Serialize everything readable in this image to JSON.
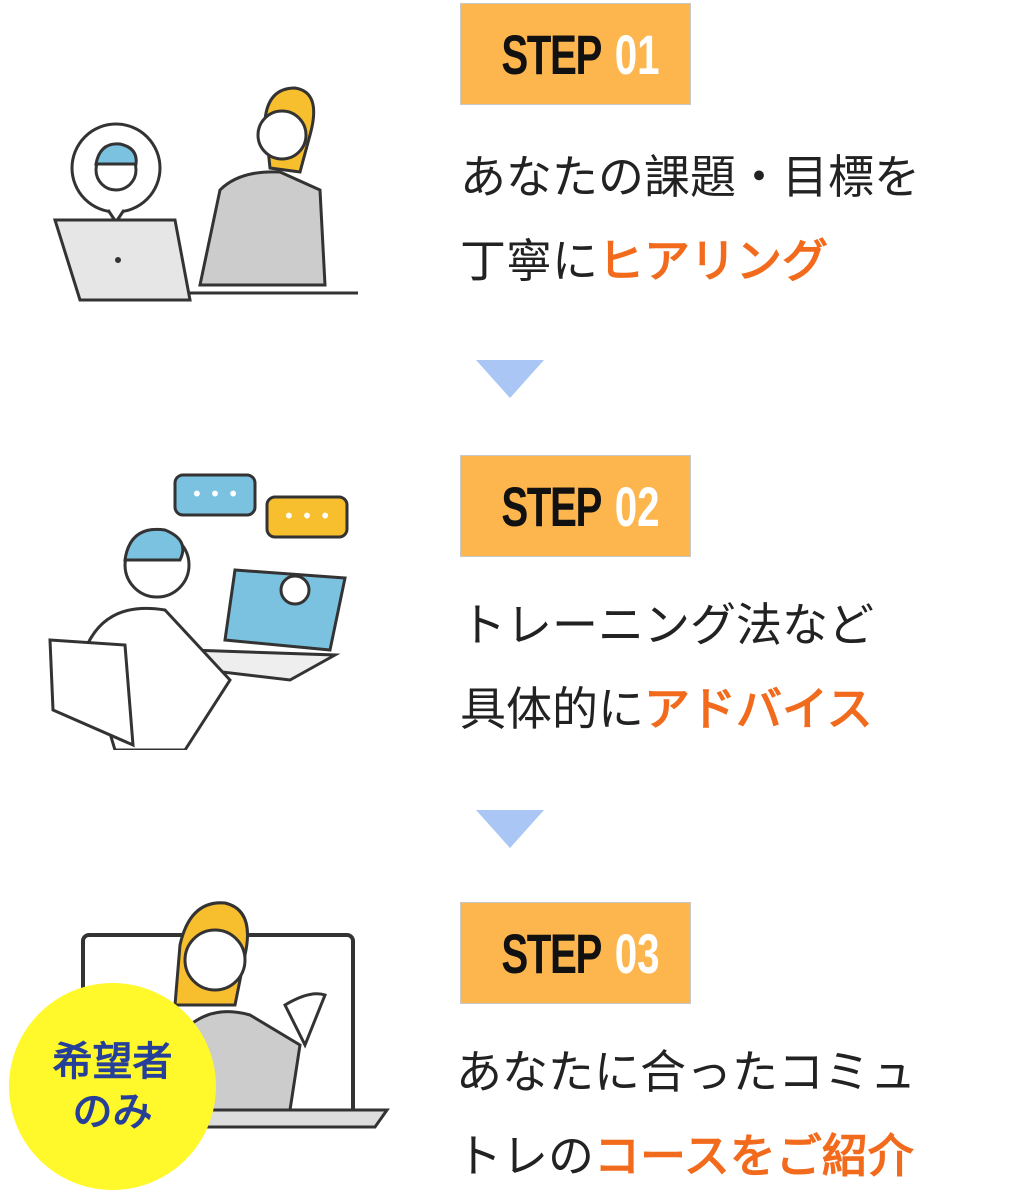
{
  "steps": [
    {
      "word": "STEP",
      "num": "01",
      "line1": "あなたの課題・目標を",
      "line2_plain": "丁寧に",
      "line2_hl": "ヒアリング"
    },
    {
      "word": "STEP",
      "num": "02",
      "line1": "トレーニング法など",
      "line2_plain": "具体的に",
      "line2_hl": "アドバイス"
    },
    {
      "word": "STEP",
      "num": "03",
      "line1": "あなたに合ったコミュ",
      "line2_plain": "トレの",
      "line2_hl": "コースをご紹介"
    }
  ],
  "badge": {
    "line1": "希望者",
    "line2": "のみ"
  },
  "colors": {
    "step_bg": "#FDB54D",
    "highlight": "#F26B1D",
    "arrow": "#A9C6F5",
    "badge_bg": "#FFF82A",
    "badge_text": "#26409A"
  }
}
